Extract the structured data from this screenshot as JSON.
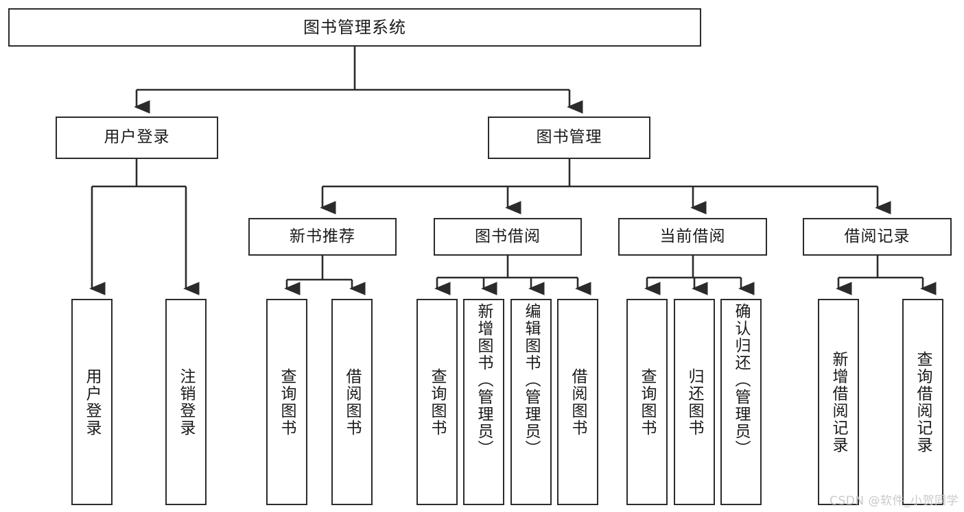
{
  "diagram": {
    "type": "tree-hierarchy",
    "title": "图书管理系统",
    "root": {
      "id": "root",
      "label": "图书管理系统"
    },
    "level1": [
      {
        "id": "user-login",
        "label": "用户登录"
      },
      {
        "id": "book-management",
        "label": "图书管理"
      }
    ],
    "level2": [
      {
        "id": "new-book-recommend",
        "label": "新书推荐",
        "parent": "book-management"
      },
      {
        "id": "book-borrow",
        "label": "图书借阅",
        "parent": "book-management"
      },
      {
        "id": "current-borrow",
        "label": "当前借阅",
        "parent": "book-management"
      },
      {
        "id": "borrow-record",
        "label": "借阅记录",
        "parent": "book-management"
      }
    ],
    "leaves": [
      {
        "id": "leaf-user-login",
        "label": "用户登录",
        "parent": "user-login"
      },
      {
        "id": "leaf-logout",
        "label": "注销登录",
        "parent": "user-login"
      },
      {
        "id": "leaf-query-book-1",
        "label": "查询图书",
        "parent": "new-book-recommend"
      },
      {
        "id": "leaf-borrow-book-1",
        "label": "借阅图书",
        "parent": "new-book-recommend"
      },
      {
        "id": "leaf-query-book-2",
        "label": "查询图书",
        "parent": "book-borrow"
      },
      {
        "id": "leaf-add-book",
        "label": "新增图书（管理员）",
        "parent": "book-borrow"
      },
      {
        "id": "leaf-edit-book",
        "label": "编辑图书（管理员）",
        "parent": "book-borrow"
      },
      {
        "id": "leaf-borrow-book-2",
        "label": "借阅图书",
        "parent": "book-borrow"
      },
      {
        "id": "leaf-query-book-3",
        "label": "查询图书",
        "parent": "current-borrow"
      },
      {
        "id": "leaf-return-book",
        "label": "归还图书",
        "parent": "current-borrow"
      },
      {
        "id": "leaf-confirm-return",
        "label": "确认归还（管理员）",
        "parent": "current-borrow"
      },
      {
        "id": "leaf-add-record",
        "label": "新增借阅记录",
        "parent": "borrow-record"
      },
      {
        "id": "leaf-query-record",
        "label": "查询借阅记录",
        "parent": "borrow-record"
      }
    ]
  },
  "watermark": {
    "text": "CSDN @软件_小贺同学"
  },
  "colors": {
    "background": "#ffffff",
    "node_border": "#2b2b2b",
    "node_fill": "#ffffff",
    "text": "#1a1a1a",
    "edge": "#2b2b2b",
    "watermark": "#c9c9c9"
  }
}
